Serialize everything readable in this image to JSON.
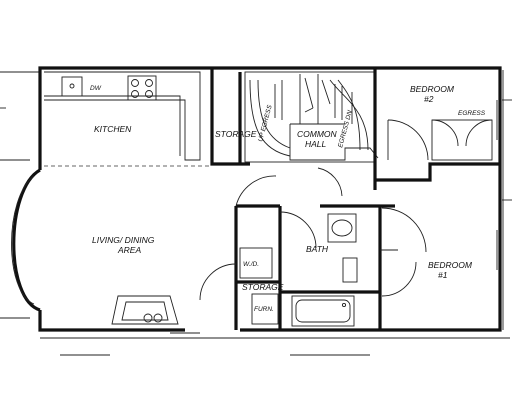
{
  "rooms": {
    "kitchen": "KITCHEN",
    "dw": "DW",
    "storage_top": "STORAGE",
    "up_egress": "UP EGRESS",
    "common_line1": "COMMON",
    "common_line2": "HALL",
    "egress_dn": "EGRESS DN",
    "bedroom2_line1": "BEDROOM",
    "bedroom2_line2": "#2",
    "egress_right": "EGRESS",
    "living_line1": "LIVING/  DINING",
    "living_line2": "AREA",
    "bath": "BATH",
    "wd": "W./D.",
    "storage_bottom": "STORAGE",
    "furn": "FURN.",
    "bedroom1_line1": "BEDROOM",
    "bedroom1_line2": "#1"
  }
}
